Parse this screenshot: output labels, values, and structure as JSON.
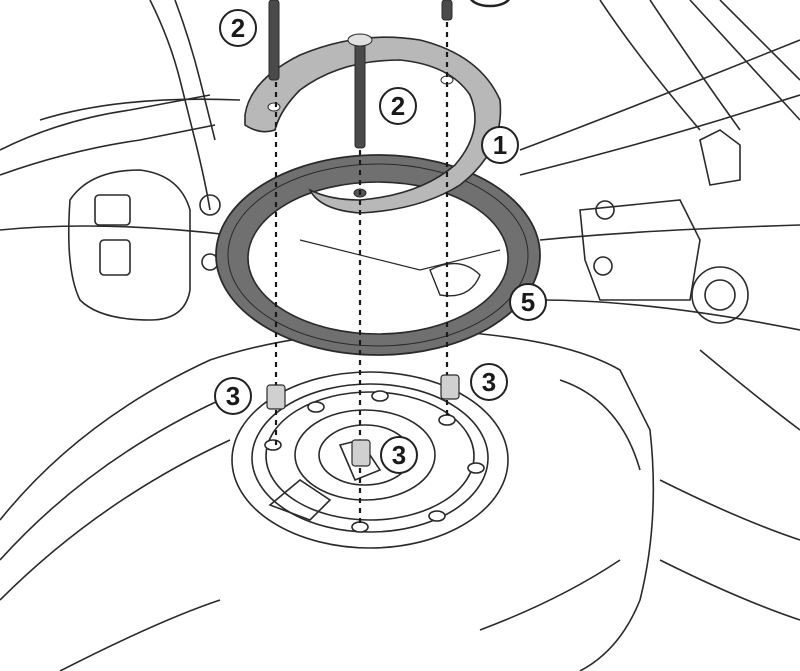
{
  "diagram": {
    "title": "Tank lock ring installation exploded view",
    "colors": {
      "line": "#2a2a2a",
      "bracket_fill": "#b8b8b8",
      "ring_fill": "#707070",
      "bolt_fill": "#4a4a4a",
      "spacer_fill": "#d0d0d0",
      "background": "#ffffff"
    },
    "callouts": [
      {
        "id": "c2a",
        "label": "2",
        "part": "long bolt (left)"
      },
      {
        "id": "c2b",
        "label": "2",
        "part": "long bolt (center)"
      },
      {
        "id": "c1",
        "label": "1",
        "part": "curved bracket plate"
      },
      {
        "id": "c5",
        "label": "5",
        "part": "tank ring flange"
      },
      {
        "id": "c3a",
        "label": "3",
        "part": "spacer (left)"
      },
      {
        "id": "c3b",
        "label": "3",
        "part": "spacer (right)"
      },
      {
        "id": "c3c",
        "label": "3",
        "part": "spacer (center)"
      },
      {
        "id": "c_top",
        "label": "",
        "part": "partially visible callout (top edge)"
      }
    ]
  }
}
